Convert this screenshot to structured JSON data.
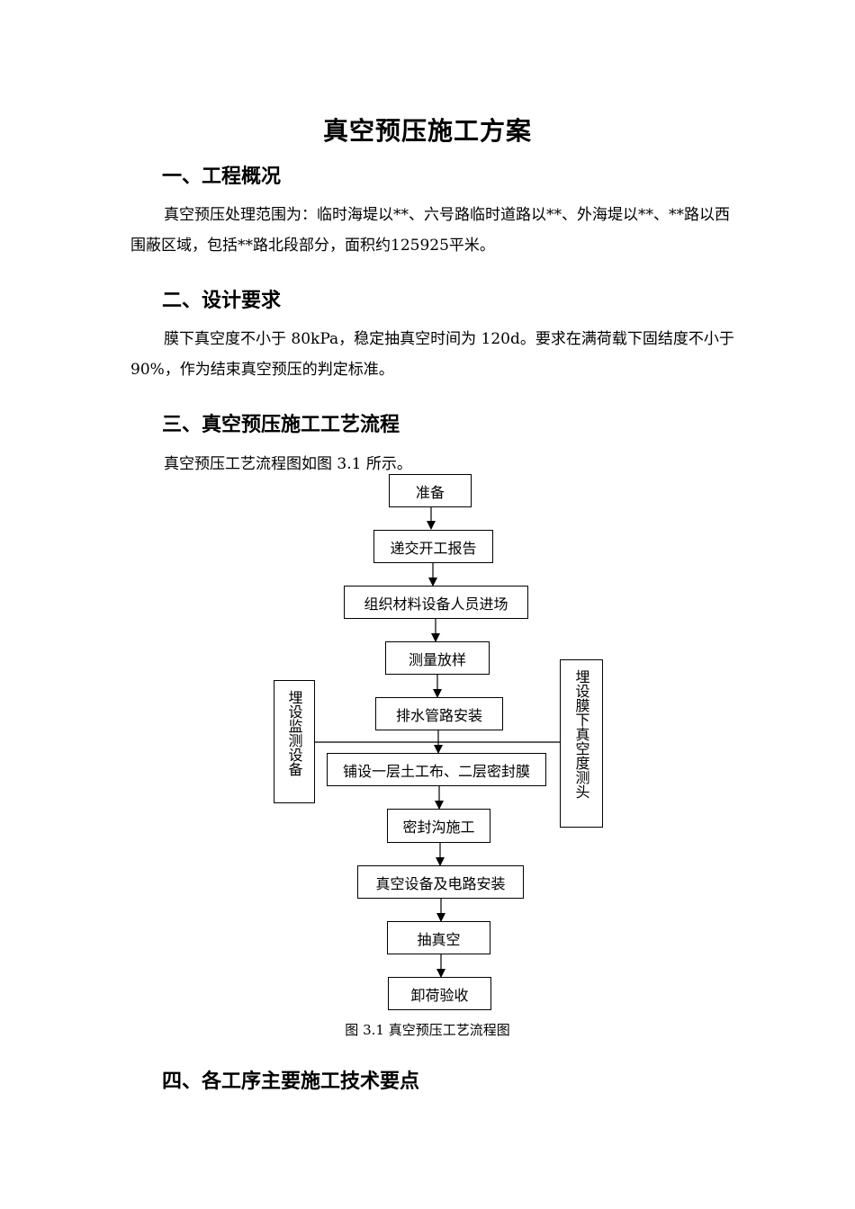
{
  "document": {
    "title": "真空预压施工方案",
    "sections": [
      {
        "heading": "一、工程概况",
        "body": "真空预压处理范围为：临时海堤以**、六号路临时道路以**、外海堤以**、**路以西围蔽区域，包括**路北段部分，面积约125925平米。"
      },
      {
        "heading": "二、设计要求",
        "body": "膜下真空度不小于 80kPa，稳定抽真空时间为 120d。要求在满荷载下固结度不小于 90%，作为结束真空预压的判定标准。"
      },
      {
        "heading": "三、真空预压施工工艺流程",
        "body": "真空预压工艺流程图如图 3.1 所示。"
      },
      {
        "heading": "四、各工序主要施工技术要点"
      }
    ],
    "flowchart": {
      "steps": [
        "准备",
        "递交开工报告",
        "组织材料设备人员进场",
        "测量放样",
        "排水管路安装",
        "铺设一层土工布、二层密封膜",
        "密封沟施工",
        "真空设备及电路安装",
        "抽真空",
        "卸荷验收"
      ],
      "side_left": "埋设监测设备",
      "side_right": "埋设膜下真空度测头",
      "caption": "图 3.1 真空预压工艺流程图"
    }
  }
}
